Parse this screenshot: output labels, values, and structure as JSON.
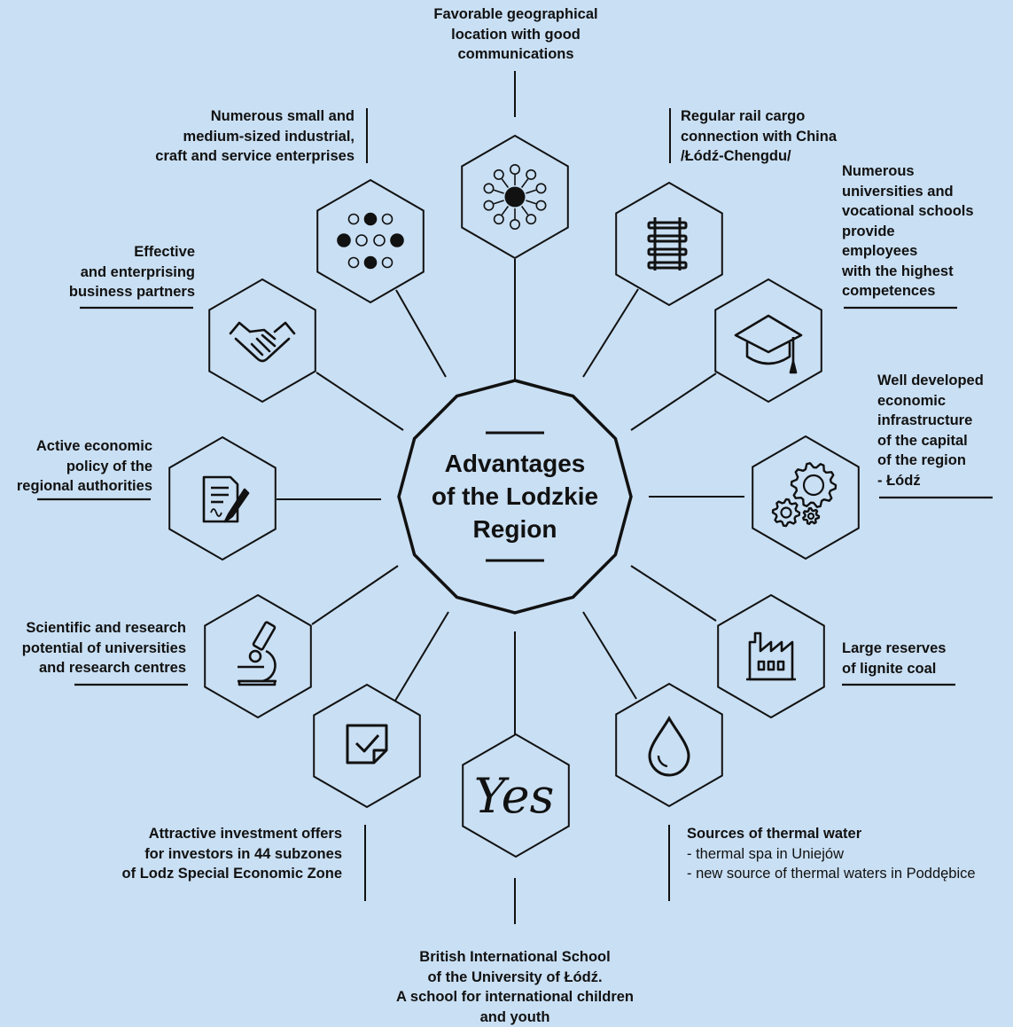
{
  "center": {
    "title_lines": [
      "Advantages",
      "of the Lodzkie",
      "Region"
    ]
  },
  "items": [
    {
      "id": "location",
      "icon": "network-hub-icon",
      "lines": [
        "Favorable geographical",
        "location with good",
        "communications"
      ]
    },
    {
      "id": "rail",
      "icon": "railway-track-icon",
      "lines": [
        "Regular rail cargo",
        "connection with China",
        "/Łódź-Chengdu/"
      ]
    },
    {
      "id": "universities",
      "icon": "graduation-cap-icon",
      "lines": [
        "Numerous",
        "universities and",
        "vocational schools",
        "provide",
        "employees",
        "with the highest",
        "competences"
      ]
    },
    {
      "id": "infrastructure",
      "icon": "gears-icon",
      "lines": [
        "Well developed",
        "economic",
        "infrastructure",
        "of the capital",
        "of the region",
        "- Łódź"
      ]
    },
    {
      "id": "lignite",
      "icon": "factory-icon",
      "lines": [
        "Large reserves",
        "of lignite coal"
      ]
    },
    {
      "id": "thermal",
      "icon": "water-drop-icon",
      "lines": [
        "Sources of thermal water"
      ],
      "sublines": [
        "- thermal spa in Uniejów",
        "- new source of thermal waters in Poddębice"
      ]
    },
    {
      "id": "school",
      "icon": "yes-script-icon",
      "icon_text": "Yes",
      "lines": [
        "British International School",
        "of the University of Łódź.",
        "A school for international children",
        "and youth"
      ]
    },
    {
      "id": "investment",
      "icon": "checked-note-icon",
      "lines": [
        "Attractive investment offers",
        "for investors in 44 subzones",
        "of Lodz Special Economic Zone"
      ]
    },
    {
      "id": "research",
      "icon": "microscope-icon",
      "lines": [
        "Scientific and research",
        "potential of universities",
        "and research centres"
      ]
    },
    {
      "id": "policy",
      "icon": "signed-document-icon",
      "lines": [
        "Active economic",
        "policy of the",
        "regional authorities"
      ]
    },
    {
      "id": "partners",
      "icon": "handshake-icon",
      "lines": [
        "Effective",
        "and enterprising",
        "business partners"
      ]
    },
    {
      "id": "enterprises",
      "icon": "dot-grid-icon",
      "lines": [
        "Numerous small and",
        "medium-sized industrial,",
        "craft and service enterprises"
      ]
    }
  ]
}
